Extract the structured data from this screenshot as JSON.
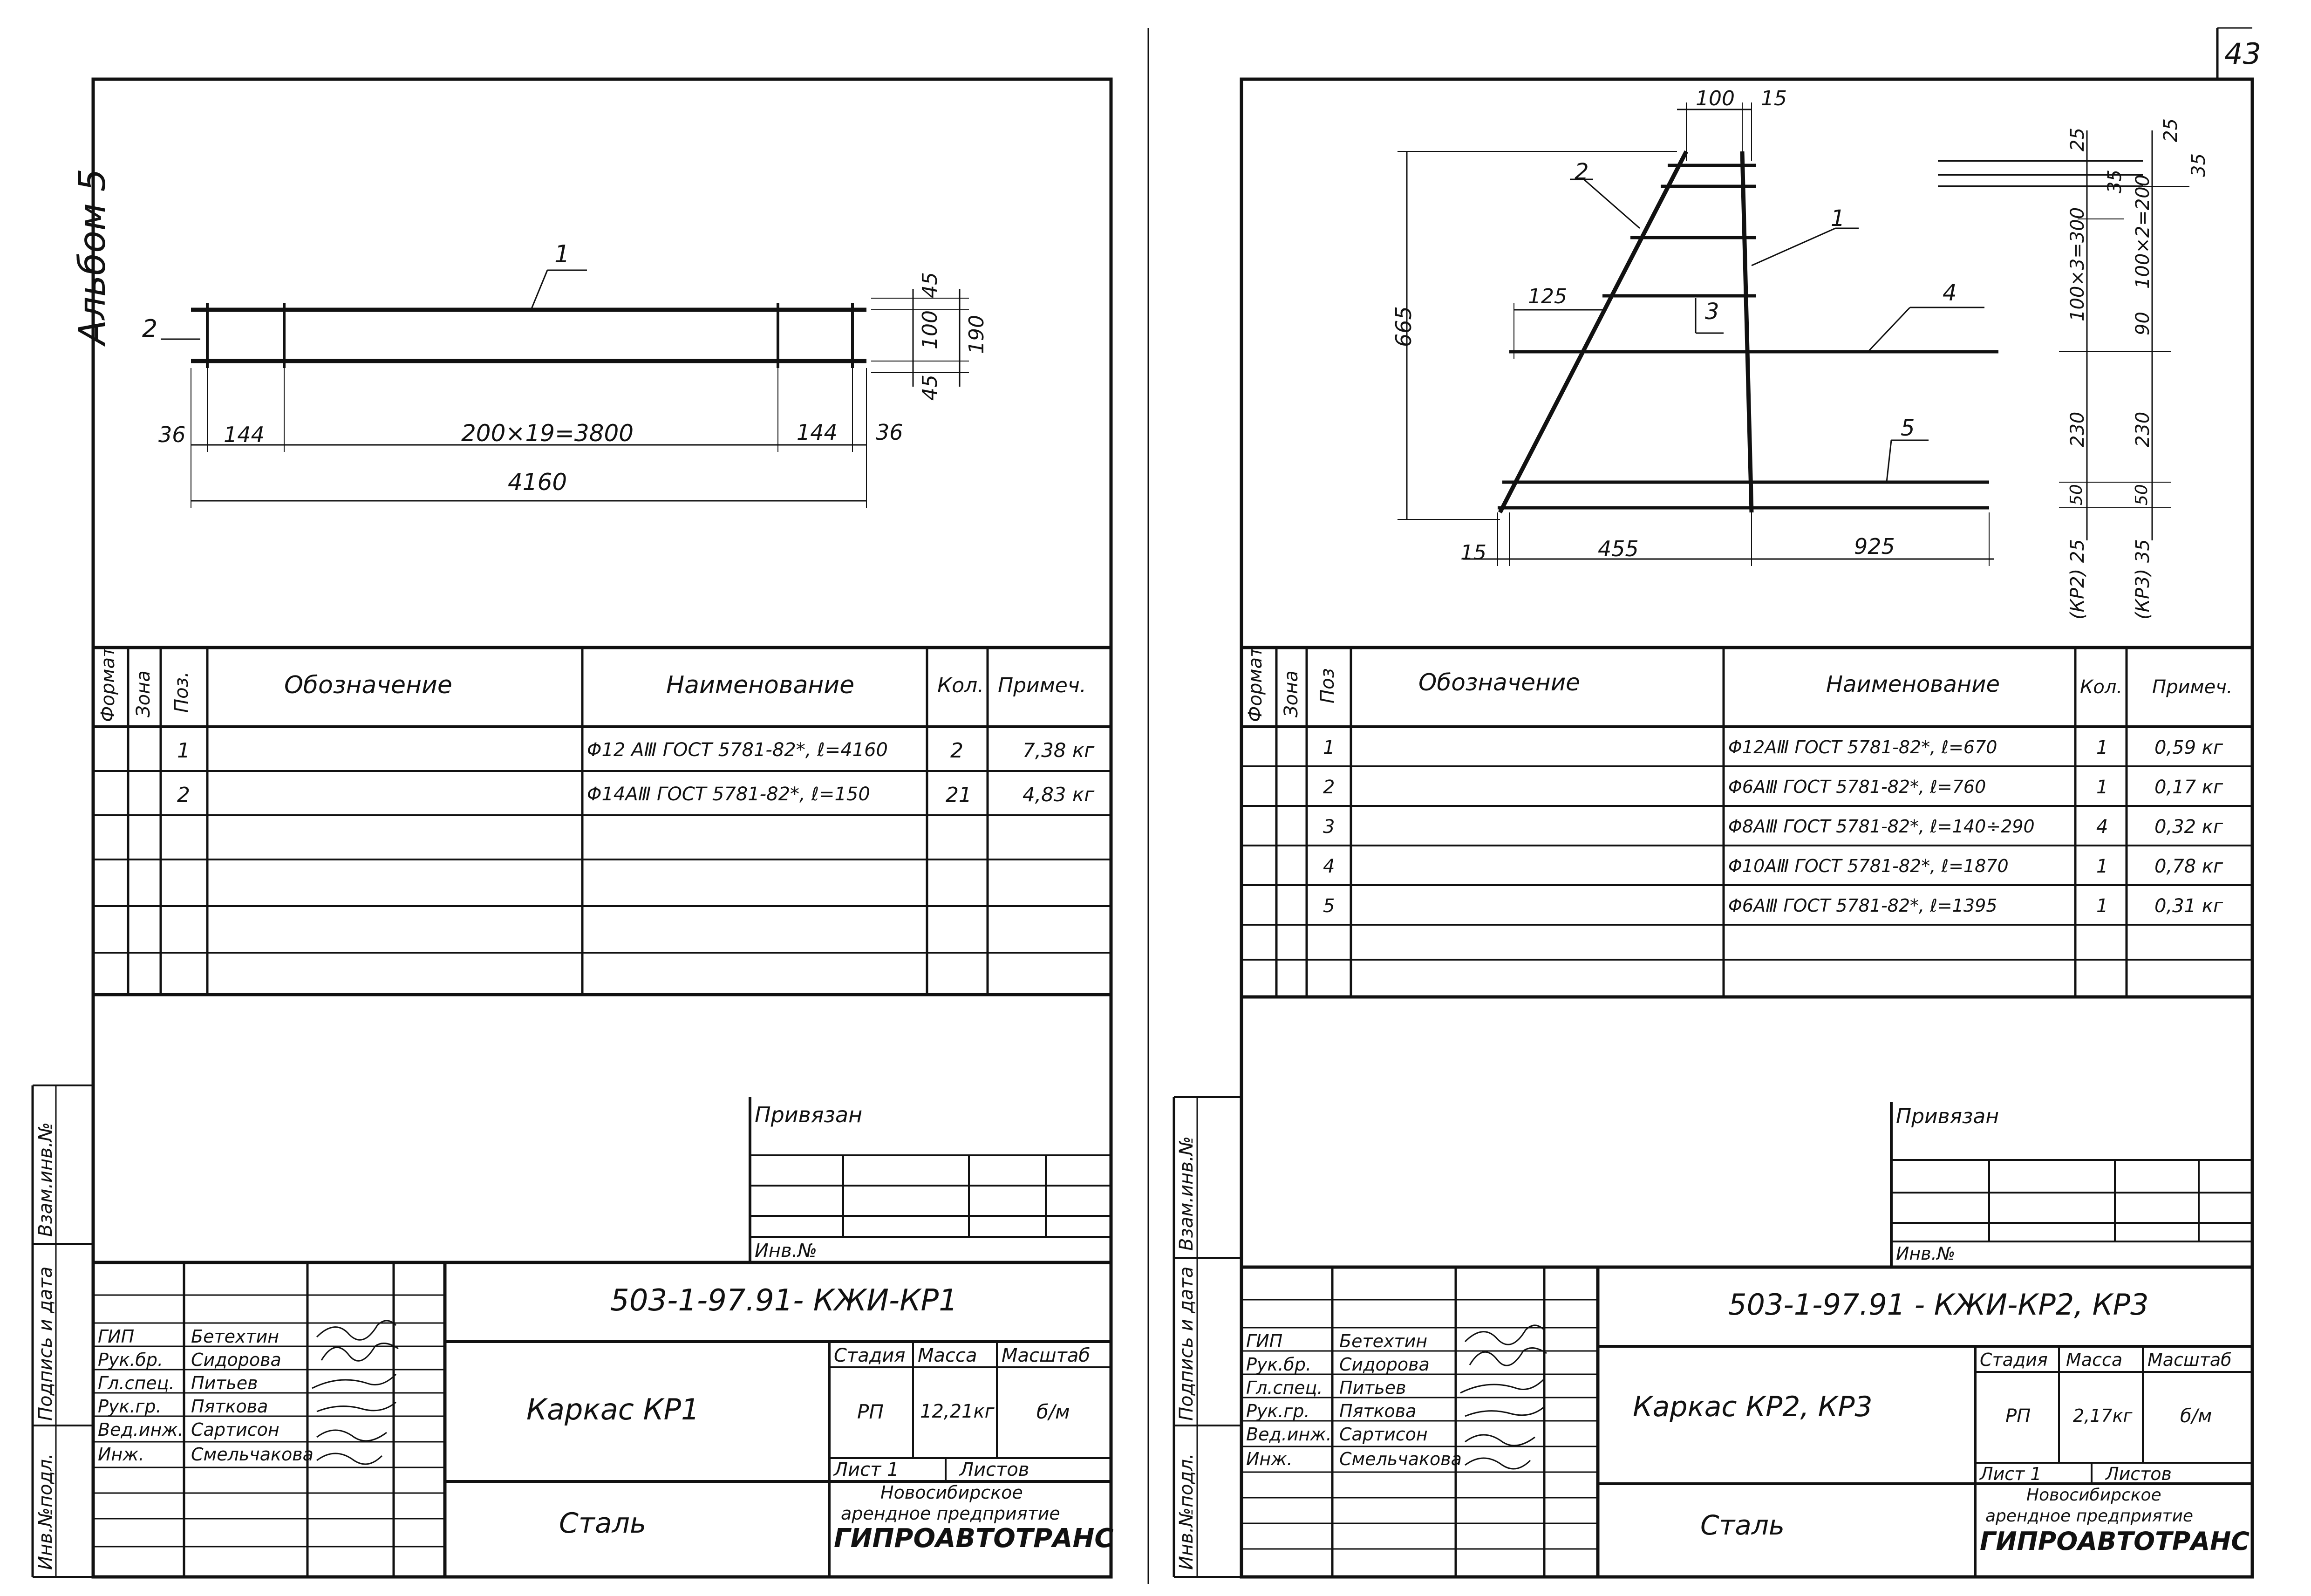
{
  "album_label": "Альбом 5",
  "page_number": "43",
  "left_sheet": {
    "drawing": {
      "pos1": "1",
      "pos2": "2",
      "dim_36_left": "36",
      "dim_144_left": "144",
      "dim_main": "200×19=3800",
      "dim_144_right": "144",
      "dim_36_right": "36",
      "dim_total": "4160",
      "dim_45_top": "45",
      "dim_100": "100",
      "dim_45_bottom": "45",
      "dim_190": "190"
    },
    "spec": {
      "headers": [
        "Формат",
        "Зона",
        "Поз.",
        "Обозначение",
        "Наименование",
        "Кол.",
        "Примеч."
      ],
      "rows": [
        {
          "pos": "1",
          "name": "Φ12 AⅢ ГОСТ 5781-82*, ℓ=4160",
          "qty": "2",
          "note": "7,38 кг"
        },
        {
          "pos": "2",
          "name": "Φ14AⅢ ГОСТ 5781-82*, ℓ=150",
          "qty": "21",
          "note": "4,83 кг"
        }
      ]
    },
    "binding": {
      "privyazan": "Привязан",
      "inv_no": "Инв.№"
    },
    "side_labels": {
      "vzam": "Взам.инв.№",
      "podpis": "Подпись и дата",
      "inv_podl": "Инв.№подл."
    },
    "title_block": {
      "code": "503-1-97.91- КЖИ-КР1",
      "staff": [
        {
          "role": "ГИП",
          "name": "Бетехтин"
        },
        {
          "role": "Рук.бр.",
          "name": "Сидорова"
        },
        {
          "role": "Гл.спец.",
          "name": "Питьев"
        },
        {
          "role": "Рук.гр.",
          "name": "Пяткова"
        },
        {
          "role": "Вед.инж.",
          "name": "Сартисон"
        },
        {
          "role": "Инж.",
          "name": "Смельчакова"
        }
      ],
      "title": "Каркас КР1",
      "material": "Сталь",
      "stage_label": "Стадия",
      "mass_label": "Масса",
      "scale_label": "Масштаб",
      "stage": "РП",
      "mass": "12,21кг",
      "scale": "б/м",
      "sheet_label": "Лист 1",
      "sheets_label": "Листов",
      "org_line1": "Новосибирское",
      "org_line2": "арендное предприятие",
      "org_name": "ГИПРОАВТОТРАНС"
    }
  },
  "right_sheet": {
    "drawing": {
      "dim_100": "100",
      "dim_15_top": "15",
      "pos1": "1",
      "pos2": "2",
      "pos3": "3",
      "pos4": "4",
      "pos5": "5",
      "dim_125": "125",
      "dim_665": "665",
      "dim_15_bottom": "15",
      "dim_455": "455",
      "dim_925": "925",
      "kp2_25": "25",
      "kp2_35": "35",
      "kp2_300": "100×3=300",
      "kp2_230": "230",
      "kp2_50": "50",
      "kp2_bottom": "(КР2) 25",
      "kp3_25": "25",
      "kp3_35": "35",
      "kp3_200": "100×2=200",
      "kp3_90": "90",
      "kp3_230": "230",
      "kp3_50": "50",
      "kp3_bottom": "(КР3) 35"
    },
    "spec": {
      "headers": [
        "Формат",
        "Зона",
        "Поз",
        "Обозначение",
        "Наименование",
        "Кол.",
        "Примеч."
      ],
      "rows": [
        {
          "pos": "1",
          "name": "Φ12AⅢ ГОСТ 5781-82*, ℓ=670",
          "qty": "1",
          "note": "0,59 кг"
        },
        {
          "pos": "2",
          "name": "Φ6AⅢ ГОСТ 5781-82*, ℓ=760",
          "qty": "1",
          "note": "0,17 кг"
        },
        {
          "pos": "3",
          "name": "Φ8AⅢ ГОСТ 5781-82*, ℓ=140÷290",
          "qty": "4",
          "note": "0,32 кг"
        },
        {
          "pos": "4",
          "name": "Φ10AⅢ ГОСТ 5781-82*, ℓ=1870",
          "qty": "1",
          "note": "0,78 кг"
        },
        {
          "pos": "5",
          "name": "Φ6AⅢ ГОСТ 5781-82*, ℓ=1395",
          "qty": "1",
          "note": "0,31 кг"
        }
      ]
    },
    "binding": {
      "privyazan": "Привязан",
      "inv_no": "Инв.№"
    },
    "side_labels": {
      "vzam": "Взам.инв.№",
      "podpis": "Подпись и дата",
      "inv_podl": "Инв.№подл."
    },
    "title_block": {
      "code": "503-1-97.91 - КЖИ-КР2, КР3",
      "staff": [
        {
          "role": "ГИП",
          "name": "Бетехтин"
        },
        {
          "role": "Рук.бр.",
          "name": "Сидорова"
        },
        {
          "role": "Гл.спец.",
          "name": "Питьев"
        },
        {
          "role": "Рук.гр.",
          "name": "Пяткова"
        },
        {
          "role": "Вед.инж.",
          "name": "Сартисон"
        },
        {
          "role": "Инж.",
          "name": "Смельчакова"
        }
      ],
      "title": "Каркас КР2, КР3",
      "material": "Сталь",
      "stage_label": "Стадия",
      "mass_label": "Масса",
      "scale_label": "Масштаб",
      "stage": "РП",
      "mass": "2,17кг",
      "scale": "б/м",
      "sheet_label": "Лист 1",
      "sheets_label": "Листов",
      "org_line1": "Новосибирское",
      "org_line2": "арендное предприятие",
      "org_name": "ГИПРОАВТОТРАНС"
    }
  }
}
